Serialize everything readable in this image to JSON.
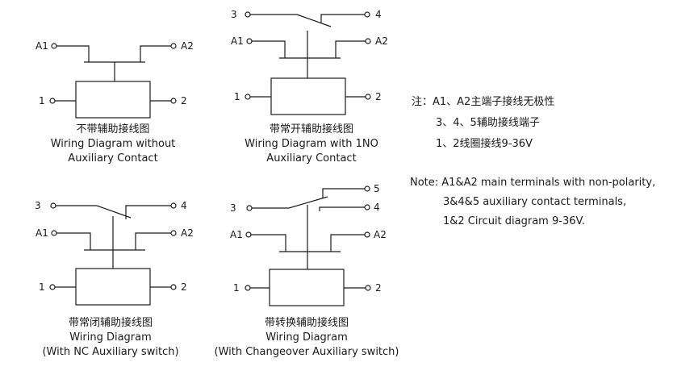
{
  "diagrams": [
    {
      "terminals": {
        "a1": "A1",
        "a2": "A2",
        "t1": "1",
        "t2": "2"
      },
      "caption_cn": "不带辅助接线图",
      "caption_en_1": "Wiring Diagram without",
      "caption_en_2": "Auxiliary Contact"
    },
    {
      "terminals": {
        "t3": "3",
        "t4": "4",
        "a1": "A1",
        "a2": "A2",
        "t1": "1",
        "t2": "2"
      },
      "caption_cn": "带常开辅助接线图",
      "caption_en_1": "Wiring Diagram with 1NO",
      "caption_en_2": "Auxiliary Contact"
    },
    {
      "terminals": {
        "t3": "3",
        "t4": "4",
        "a1": "A1",
        "a2": "A2",
        "t1": "1",
        "t2": "2"
      },
      "caption_cn": "带常闭辅助接线图",
      "caption_en_1": "Wiring Diagram",
      "caption_en_2": "(With NC Auxiliary switch)"
    },
    {
      "terminals": {
        "t3": "3",
        "t4": "4",
        "t5": "5",
        "a1": "A1",
        "a2": "A2",
        "t1": "1",
        "t2": "2"
      },
      "caption_cn": "带转换辅助接线图",
      "caption_en_1": "Wiring Diagram",
      "caption_en_2": "(With Changeover Auxiliary switch)"
    }
  ],
  "notes": {
    "cn_1": "注：A1、A2主端子接线无极性",
    "cn_2": "3、4、5辅助接线端子",
    "cn_3": "1、2线圈接线9-36V",
    "en_1": "Note: A1&A2 main terminals with non-polarity,",
    "en_2": "3&4&5 auxiliary contact terminals,",
    "en_3": "1&2 Circuit diagram 9-36V."
  }
}
